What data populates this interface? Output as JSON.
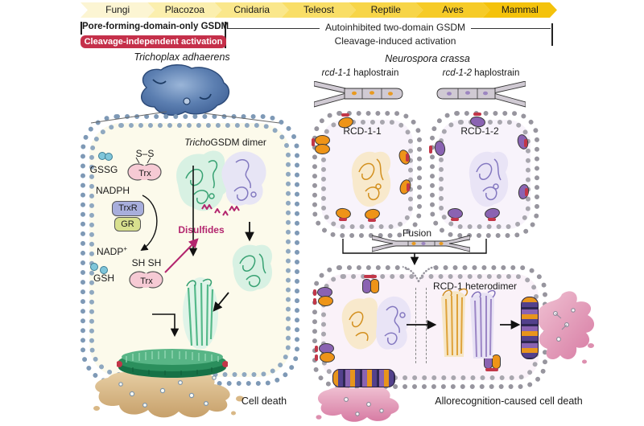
{
  "banner": {
    "taxa": [
      {
        "label": "Fungi",
        "color": "#FCF5D3"
      },
      {
        "label": "Placozoa",
        "color": "#FBEFAE"
      },
      {
        "label": "Cnidaria",
        "color": "#FAE78B"
      },
      {
        "label": "Teleost",
        "color": "#F9DE67"
      },
      {
        "label": "Reptile",
        "color": "#F7D548"
      },
      {
        "label": "Aves",
        "color": "#F6CB27"
      },
      {
        "label": "Mammal",
        "color": "#F4C20B"
      }
    ],
    "left_domain": "Pore-forming-domain-only GSDM",
    "left_activation": "Cleavage-independent activation",
    "left_activation_color": "#C5304A",
    "right_domain": "Autoinhibited two-domain GSDM",
    "right_activation": "Cleavage-induced activation"
  },
  "left_panel": {
    "organism": "Trichoplax adhaerens",
    "dimer_label": {
      "italic": "Tricho",
      "rest": "GSDM dimer"
    },
    "redox": {
      "gssg": "GSSG",
      "disulfide_bond": "S–S",
      "trx": "Trx",
      "nadph": "NADPH",
      "trxr": "TrxR",
      "gr": "GR",
      "nadp": "NADP",
      "nadp_sup": "+",
      "thiols": "SH SH",
      "gsh": "GSH"
    },
    "disulfides_label": "Disulfides",
    "disulfides_color": "#B3256E",
    "cell_death": "Cell death"
  },
  "right_panel": {
    "organism": "Neurospora crassa",
    "strain_1": {
      "italic": "rcd-1-1",
      "rest": "haplostrain"
    },
    "strain_2": {
      "italic": "rcd-1-2",
      "rest": "haplostrain"
    },
    "cell_1_label": "RCD-1-1",
    "cell_2_label": "RCD-1-2",
    "fusion_label": "Fusion",
    "heterodimer_label": "RCD-1 heterodimer",
    "cell_death": "Allorecognition-caused cell death",
    "rcd11_color": "#EE9418",
    "rcd12_color": "#8A63B2"
  }
}
